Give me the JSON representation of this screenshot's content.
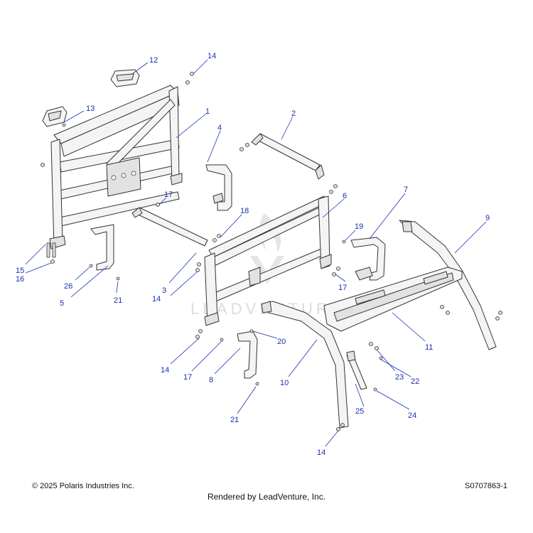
{
  "footer": {
    "copyright": "© 2025 Polaris Industries Inc.",
    "drawing_id": "S0707863-1",
    "rendered_by": "Rendered by LeadVenture, Inc."
  },
  "watermark": {
    "text": "LEADVENTURE"
  },
  "colors": {
    "callout": "#1a2fb0",
    "line": "#333333",
    "fill": "#f4f4f4"
  },
  "callouts": [
    {
      "id": "c12",
      "label": "12"
    },
    {
      "id": "c14a",
      "label": "14"
    },
    {
      "id": "c13",
      "label": "13"
    },
    {
      "id": "c1",
      "label": "1"
    },
    {
      "id": "c2",
      "label": "2"
    },
    {
      "id": "c4",
      "label": "4"
    },
    {
      "id": "c17a",
      "label": "17"
    },
    {
      "id": "c18",
      "label": "18"
    },
    {
      "id": "c6",
      "label": "6"
    },
    {
      "id": "c7",
      "label": "7"
    },
    {
      "id": "c9",
      "label": "9"
    },
    {
      "id": "c19",
      "label": "19"
    },
    {
      "id": "c15",
      "label": "15"
    },
    {
      "id": "c16",
      "label": "16"
    },
    {
      "id": "c26",
      "label": "26"
    },
    {
      "id": "c21a",
      "label": "21"
    },
    {
      "id": "c5",
      "label": "5"
    },
    {
      "id": "c3",
      "label": "3"
    },
    {
      "id": "c14b",
      "label": "14"
    },
    {
      "id": "c17b",
      "label": "17"
    },
    {
      "id": "c11",
      "label": "11"
    },
    {
      "id": "c20",
      "label": "20"
    },
    {
      "id": "c14c",
      "label": "14"
    },
    {
      "id": "c17c",
      "label": "17"
    },
    {
      "id": "c8",
      "label": "8"
    },
    {
      "id": "c10",
      "label": "10"
    },
    {
      "id": "c23",
      "label": "23"
    },
    {
      "id": "c22",
      "label": "22"
    },
    {
      "id": "c25",
      "label": "25"
    },
    {
      "id": "c24",
      "label": "24"
    },
    {
      "id": "c21b",
      "label": "21"
    },
    {
      "id": "c14d",
      "label": "14"
    }
  ]
}
